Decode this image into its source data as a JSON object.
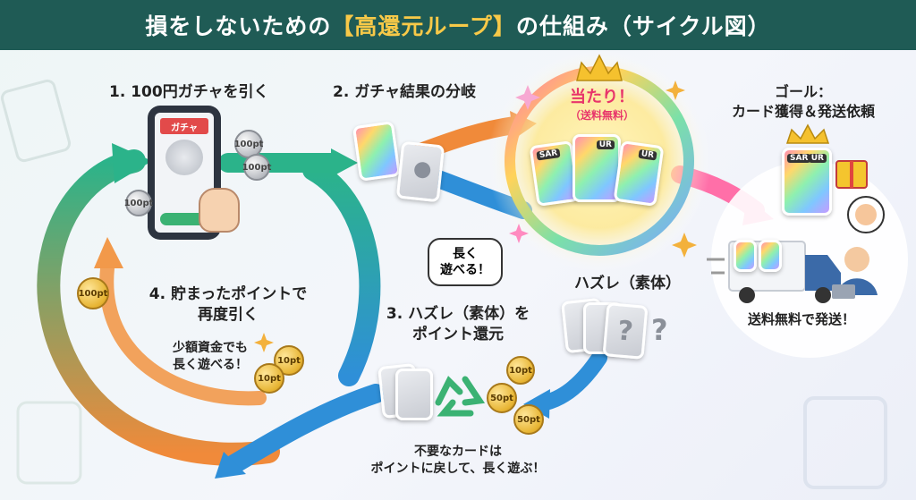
{
  "header": {
    "title_prefix": "損をしないための",
    "title_highlight": "【高還元ループ】",
    "title_suffix": "の仕組み（サイクル図）"
  },
  "steps": {
    "step1": "1. 100円ガチャを引く",
    "step2": "2. ガチャ結果の分岐",
    "step3_line1": "3. ハズレ（素体）を",
    "step3_line2": "ポイント還元",
    "step4_line1": "4. 貯まったポイントで",
    "step4_line2": "再度引く",
    "goal_line1": "ゴール：",
    "goal_line2": "カード獲得＆発送依頼"
  },
  "phone": {
    "screen_label": "ガチャ"
  },
  "hit": {
    "line1": "当たり！",
    "line2": "（送料無料）",
    "rarity_labels": [
      "SAR",
      "UR",
      "SAR",
      "UR"
    ]
  },
  "miss": {
    "label": "ハズレ（素体）",
    "mystery_mark": "?"
  },
  "bubbles": {
    "play_long_line1": "長く",
    "play_long_line2": "遊べる！"
  },
  "notes": {
    "small_funds_line1": "少額資金でも",
    "small_funds_line2": "長く遊べる！",
    "free_shipping": "送料無料で発送！",
    "unneeded_line1": "不要なカードは",
    "unneeded_line2": "ポイントに戻して、長く遊ぶ！"
  },
  "coins": {
    "silver": "100pt",
    "gold_100": "100pt",
    "gold_10": "10pt",
    "gold_50": "50pt"
  },
  "colors": {
    "header": "#1f5b55",
    "highlight": "#f7c948",
    "green_arrow": "#2bb38a",
    "blue_arrow": "#2f8fd8",
    "orange_arrow": "#f08a3a",
    "pink_arrow": "#ff6fa8"
  }
}
